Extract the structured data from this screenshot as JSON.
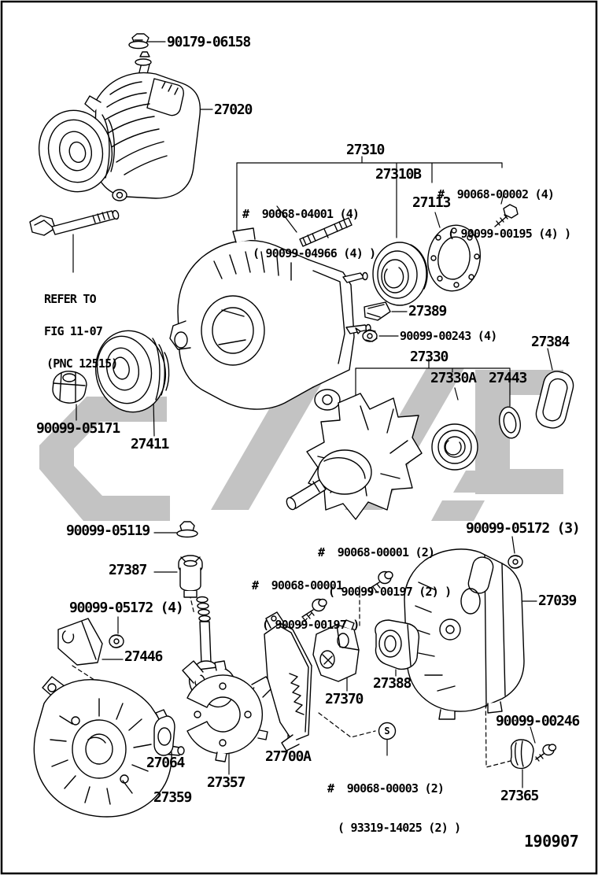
{
  "doc": {
    "type": "parts-catalog-exploded-diagram",
    "footer_code": "190907",
    "watermark_color": "#c3c3c3",
    "line_color": "#000000"
  },
  "symbols": {
    "screw_circle": "S"
  },
  "callouts": {
    "c90179": {
      "text": "90179-06158"
    },
    "c27020": {
      "text": "27020"
    },
    "c27310": {
      "text": "27310"
    },
    "c27310b": {
      "text": "27310B"
    },
    "b00002": {
      "text": "#  90068-00002 (4)",
      "alt": "( 90099-00195 (4) )"
    },
    "c27113": {
      "text": "27113"
    },
    "b04001": {
      "text": "#  90068-04001 (4)",
      "alt": "( 90099-04966 (4) )"
    },
    "refer": {
      "lines": [
        "REFER TO",
        "FIG 11-07",
        "(PNC 12515)"
      ]
    },
    "c27389": {
      "text": "27389"
    },
    "n00243": {
      "text": "90099-00243 (4)"
    },
    "c27384": {
      "text": "27384"
    },
    "c27330": {
      "text": "27330"
    },
    "c27330a": {
      "text": "27330A"
    },
    "c27443": {
      "text": "27443"
    },
    "n05171": {
      "text": "90099-05171"
    },
    "c27411": {
      "text": "27411"
    },
    "n05119": {
      "text": "90099-05119"
    },
    "b00001q2": {
      "text": "#  90068-00001 (2)",
      "alt": "( 90099-00197 (2) )"
    },
    "n05172q3": {
      "text": "90099-05172 (3)"
    },
    "c27387": {
      "text": "27387"
    },
    "b00001": {
      "text": "#  90068-00001",
      "alt": "( 90099-00197 )"
    },
    "c27039": {
      "text": "27039"
    },
    "n05172q4": {
      "text": "90099-05172 (4)"
    },
    "c27446": {
      "text": "27446"
    },
    "c27388": {
      "text": "27388"
    },
    "c27370": {
      "text": "27370"
    },
    "c27064": {
      "text": "27064"
    },
    "c27700a": {
      "text": "27700A"
    },
    "c27357": {
      "text": "27357"
    },
    "c27359": {
      "text": "27359"
    },
    "b00003": {
      "text": "#  90068-00003 (2)",
      "alt": "( 93319-14025 (2) )"
    },
    "n00246": {
      "text": "90099-00246"
    },
    "c27365": {
      "text": "27365"
    }
  }
}
